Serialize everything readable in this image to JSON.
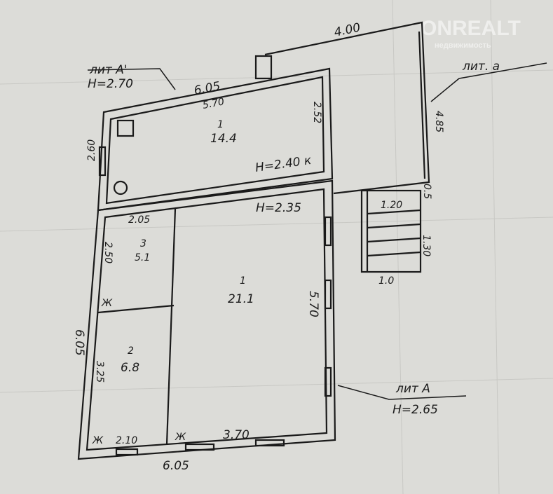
{
  "watermark": {
    "brand": "ONREALT",
    "subtitle": "недвижимость"
  },
  "annotations": {
    "lit_a_prime": "лит А'",
    "lit_a_prime_height": "Н=2.70",
    "lit_a": "лит. а",
    "lit_A": "лит А",
    "lit_A_height": "Н=2.65"
  },
  "dimensions": {
    "top_ext_length": "4.00",
    "top_outer": "6.05",
    "top_inner": "5.70",
    "left_ext": "2.60",
    "ext_inner_right": "2.52",
    "ext_right": "4.85",
    "porch_gap": "0.5",
    "porch_width": "1.20",
    "porch_depth": "1.30",
    "porch_stair": "1.0",
    "room3_width": "2.05",
    "room3_height": "2.50",
    "left_outer": "6.05",
    "room2_height": "3.25",
    "right_inner": "5.70",
    "bottom_left": "2.10",
    "bottom_right": "3.70",
    "bottom_outer": "6.05"
  },
  "heights": {
    "kitchen": "Н=2.40 к",
    "main": "Н=2.35"
  },
  "rooms": [
    {
      "number": "1",
      "area": "14.4"
    },
    {
      "number": "1",
      "area": "21.1"
    },
    {
      "number": "3",
      "area": "5.1"
    },
    {
      "number": "2",
      "area": "6.8"
    }
  ],
  "marks": {
    "wall_mark": "Ж"
  }
}
